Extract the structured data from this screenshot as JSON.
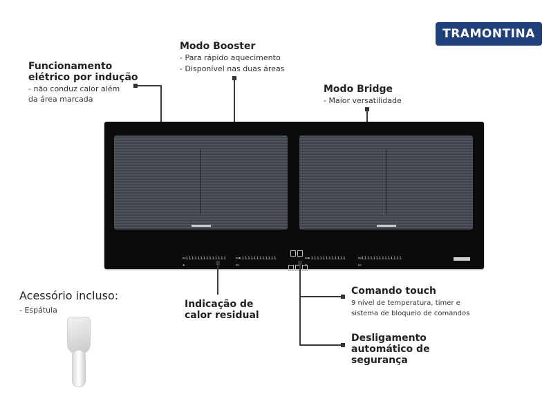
{
  "brand": {
    "name": "TRAMONTINA"
  },
  "callouts": {
    "induction": {
      "title_1": "Funcionamento",
      "title_2": "elétrico por indução",
      "desc_1": "- não conduz calor além",
      "desc_2": "da área marcada"
    },
    "booster": {
      "title": "Modo Booster",
      "desc_1": "- Para rápido aquecimento",
      "desc_2": "- Disponível nas duas áreas"
    },
    "bridge": {
      "title": "Modo Bridge",
      "desc_1": "- Maior versatilidade"
    },
    "residual": {
      "title_1": "Indicação de",
      "title_2": "calor residual"
    },
    "touch": {
      "title": "Comando touch",
      "desc_1": "9 nível de temperatura, timer e",
      "desc_2": "sistema de bloqueio de comandos"
    },
    "shutoff": {
      "title_1": "Desligamento",
      "title_2": "automático de",
      "title_3": "segurança"
    },
    "accessory": {
      "title": "Acessório incluso:",
      "desc_1": "- Espátula"
    }
  },
  "colors": {
    "brand_bg": "#1f3f7d",
    "cooktop": "#0b0b0b",
    "zone": "#4f545d"
  },
  "icons": [
    "spatula-icon"
  ]
}
